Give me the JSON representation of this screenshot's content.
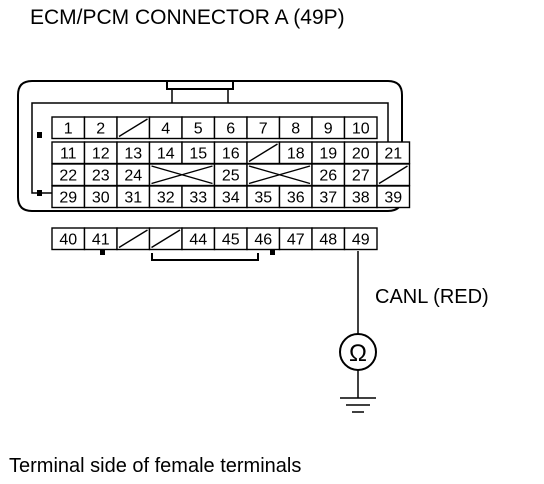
{
  "title": "ECM/PCM CONNECTOR A (49P)",
  "caption": "Terminal side of female terminals",
  "probe": {
    "label": "CANL (RED)",
    "terminal": "49",
    "meter_symbol": "Ω",
    "meter_name": "ohmmeter-icon",
    "ground_name": "ground-symbol-icon"
  },
  "connector": {
    "rows": [
      [
        {
          "label": "1",
          "span": 1
        },
        {
          "label": "2",
          "span": 1
        },
        {
          "label": "",
          "span": 1,
          "blank": "slash"
        },
        {
          "label": "4",
          "span": 1
        },
        {
          "label": "5",
          "span": 1
        },
        {
          "label": "6",
          "span": 1
        },
        {
          "label": "7",
          "span": 1
        },
        {
          "label": "8",
          "span": 1
        },
        {
          "label": "9",
          "span": 1
        },
        {
          "label": "10",
          "span": 1
        }
      ],
      [
        {
          "label": "11",
          "span": 1
        },
        {
          "label": "12",
          "span": 1
        },
        {
          "label": "13",
          "span": 1
        },
        {
          "label": "14",
          "span": 1
        },
        {
          "label": "15",
          "span": 1
        },
        {
          "label": "16",
          "span": 1
        },
        {
          "label": "",
          "span": 1,
          "blank": "slash"
        },
        {
          "label": "18",
          "span": 1
        },
        {
          "label": "19",
          "span": 1
        },
        {
          "label": "20",
          "span": 1
        },
        {
          "label": "21",
          "span": 1
        }
      ],
      [
        {
          "label": "22",
          "span": 1
        },
        {
          "label": "23",
          "span": 1
        },
        {
          "label": "24",
          "span": 1
        },
        {
          "label": "",
          "span": 2,
          "blank": "x"
        },
        {
          "label": "25",
          "span": 1
        },
        {
          "label": "",
          "span": 2,
          "blank": "x"
        },
        {
          "label": "26",
          "span": 1
        },
        {
          "label": "27",
          "span": 1
        },
        {
          "label": "",
          "span": 1,
          "blank": "slash"
        }
      ],
      [
        {
          "label": "29",
          "span": 1
        },
        {
          "label": "30",
          "span": 1
        },
        {
          "label": "31",
          "span": 1
        },
        {
          "label": "32",
          "span": 1
        },
        {
          "label": "33",
          "span": 1
        },
        {
          "label": "34",
          "span": 1
        },
        {
          "label": "35",
          "span": 1
        },
        {
          "label": "36",
          "span": 1
        },
        {
          "label": "37",
          "span": 1
        },
        {
          "label": "38",
          "span": 1
        },
        {
          "label": "39",
          "span": 1
        }
      ],
      [
        {
          "label": "40",
          "span": 1
        },
        {
          "label": "41",
          "span": 1
        },
        {
          "label": "",
          "span": 1,
          "blank": "slash"
        },
        {
          "label": "",
          "span": 1,
          "blank": "slash"
        },
        {
          "label": "44",
          "span": 1
        },
        {
          "label": "45",
          "span": 1
        },
        {
          "label": "46",
          "span": 1
        },
        {
          "label": "47",
          "span": 1
        },
        {
          "label": "48",
          "span": 1
        },
        {
          "label": "49",
          "span": 1
        }
      ]
    ]
  }
}
